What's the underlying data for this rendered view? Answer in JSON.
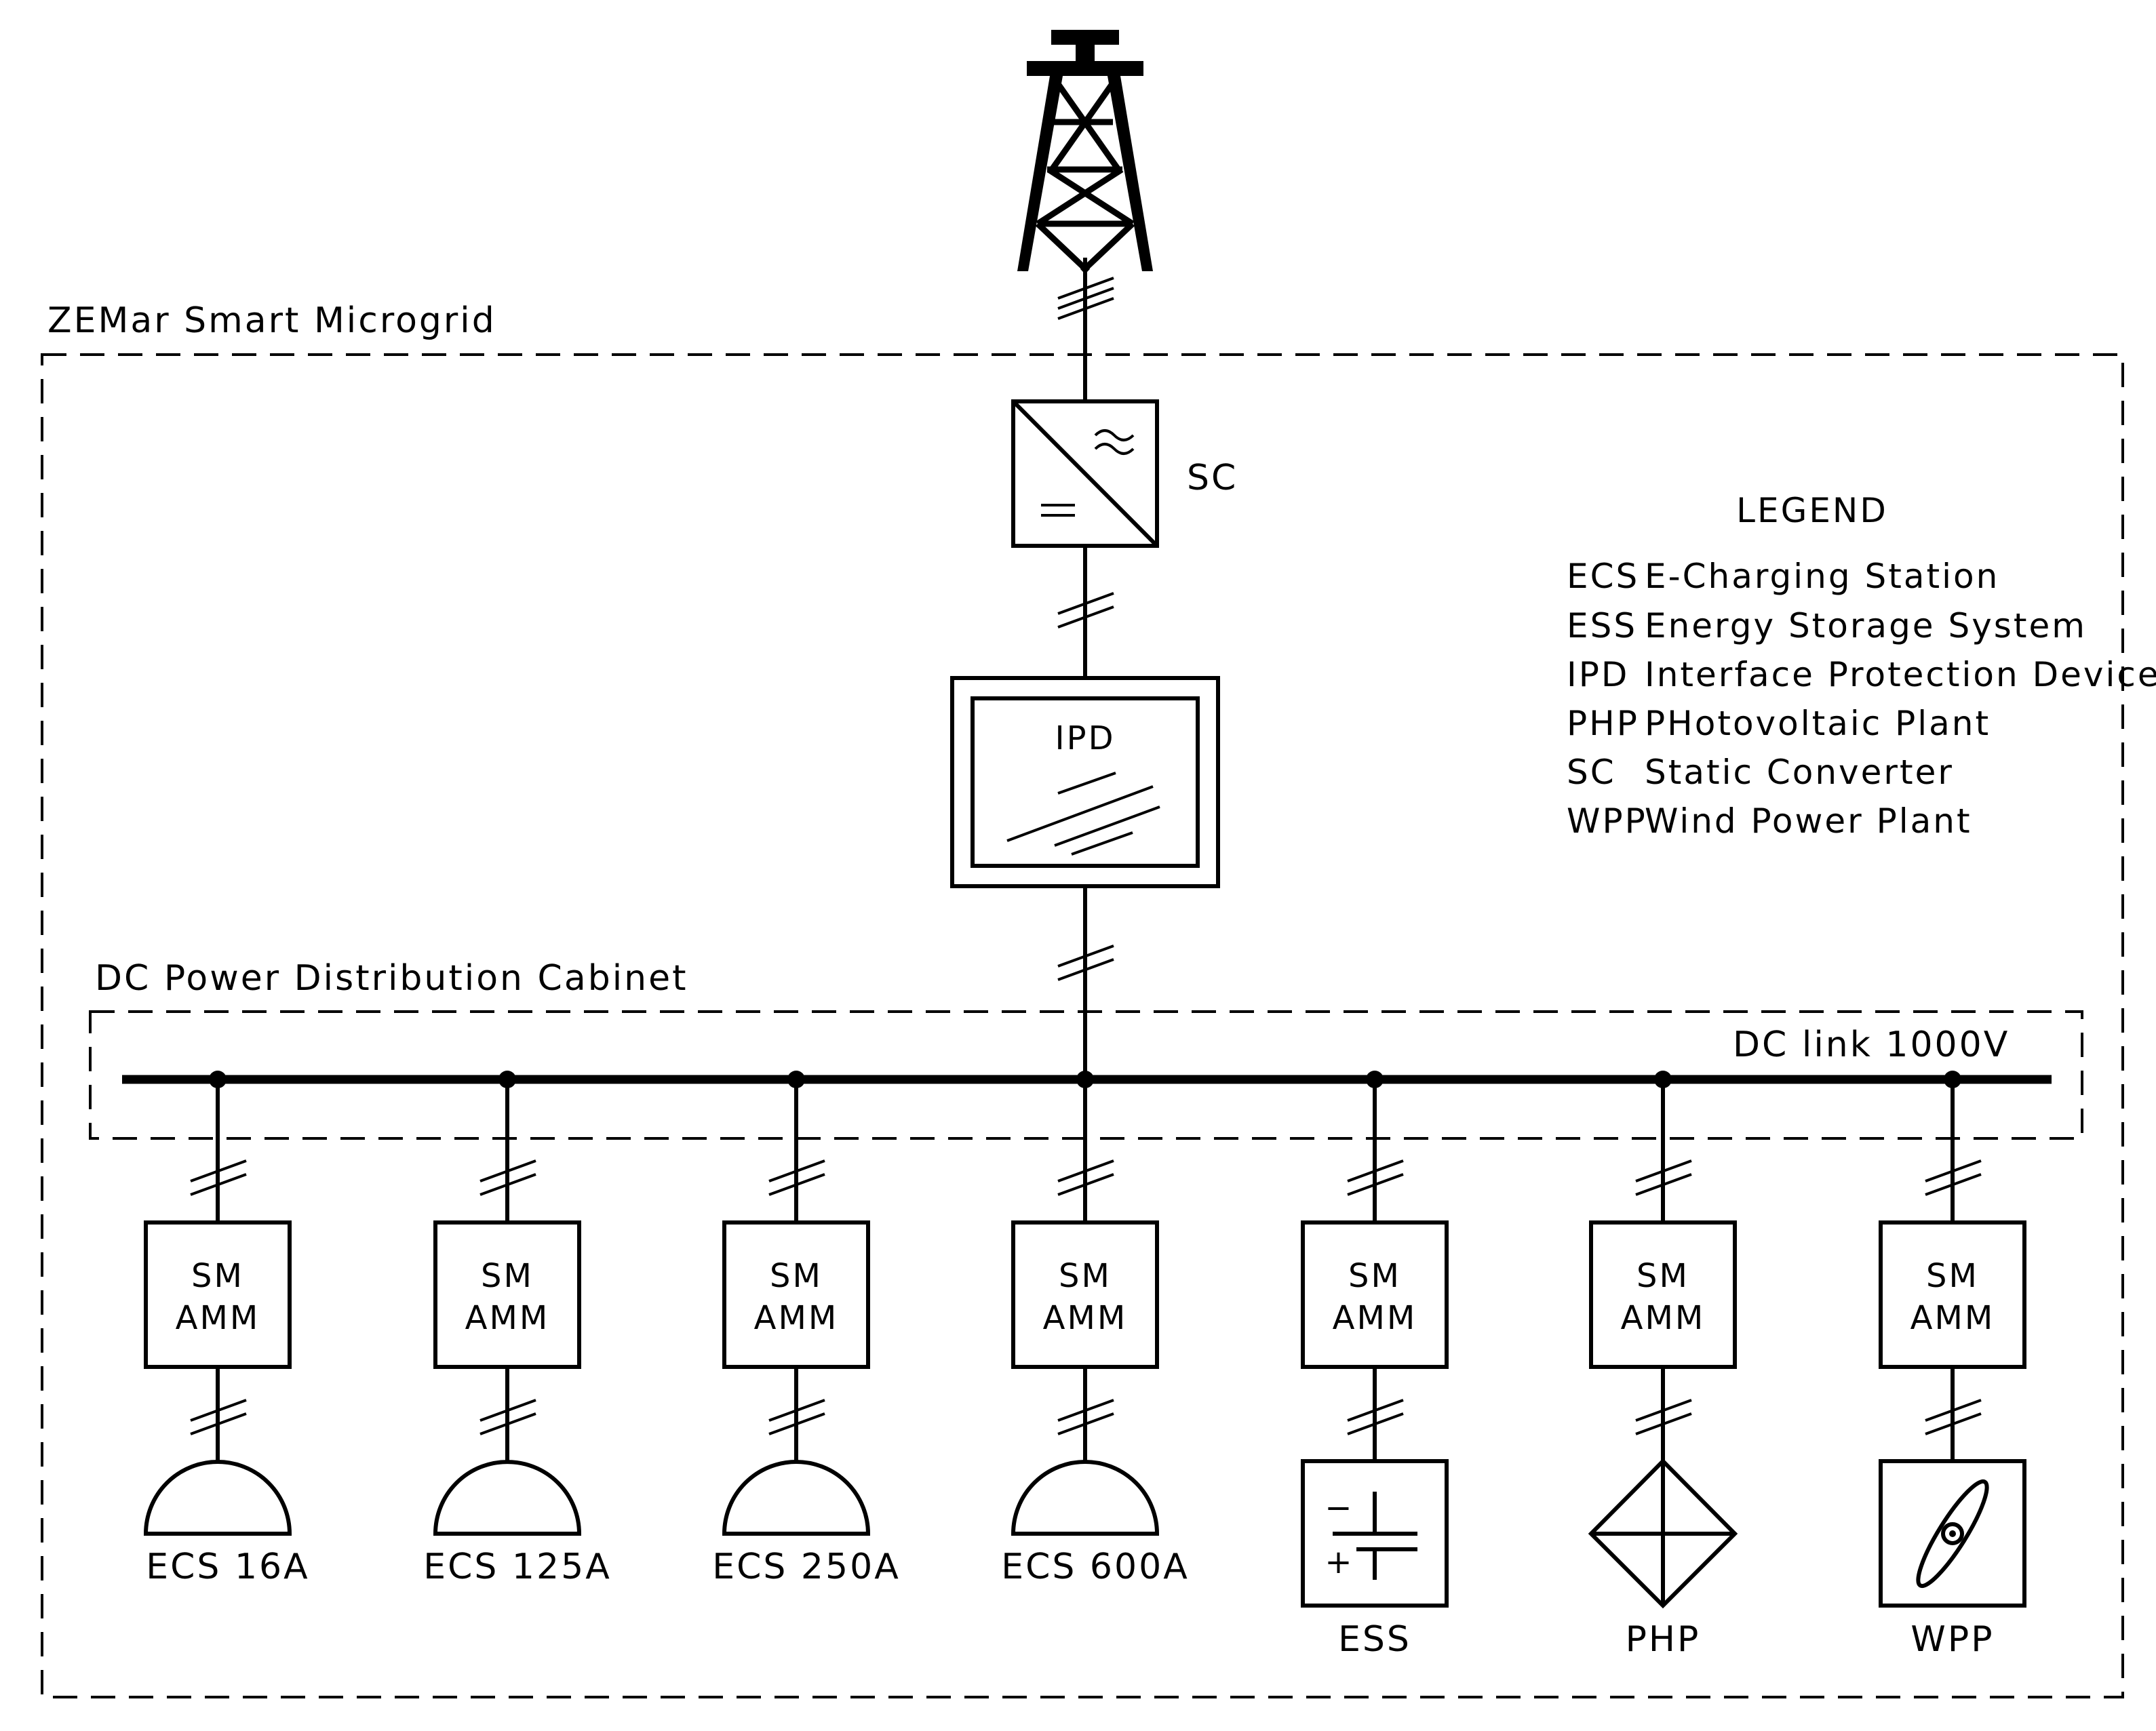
{
  "microgrid_label": "ZEMar Smart Microgrid",
  "cabinet_label": "DC Power Distribution Cabinet",
  "dc_link_label": "DC link 1000V",
  "sc_label": "SC",
  "ipd_label": "IPD",
  "legend": {
    "title": "LEGEND",
    "items": [
      {
        "abbr": "ECS",
        "desc": "E-Charging Station"
      },
      {
        "abbr": "ESS",
        "desc": "Energy Storage System"
      },
      {
        "abbr": "IPD",
        "desc": "Interface Protection Device"
      },
      {
        "abbr": "PHP",
        "desc": "PHotovoltaic Plant"
      },
      {
        "abbr": "SC",
        "desc": "Static Converter"
      },
      {
        "abbr": "WPP",
        "desc": "Wind Power Plant"
      }
    ]
  },
  "meter": {
    "line1": "SM",
    "line2": "AMM"
  },
  "branches": [
    {
      "label": "ECS 16A",
      "type": "ecs"
    },
    {
      "label": "ECS 125A",
      "type": "ecs"
    },
    {
      "label": "ECS 250A",
      "type": "ecs"
    },
    {
      "label": "ECS 600A",
      "type": "ecs"
    },
    {
      "label": "ESS",
      "type": "ess"
    },
    {
      "label": "PHP",
      "type": "php"
    },
    {
      "label": "WPP",
      "type": "wpp"
    }
  ],
  "ess_symbols": {
    "minus": "−",
    "plus": "+"
  },
  "icons": {
    "grid": "transmission-tower-icon",
    "converter": "ac-dc-converter-icon",
    "ipd": "interface-protection-icon",
    "ecs": "charging-station-icon",
    "ess": "battery-icon",
    "php": "photovoltaic-icon",
    "wpp": "wind-turbine-icon"
  }
}
